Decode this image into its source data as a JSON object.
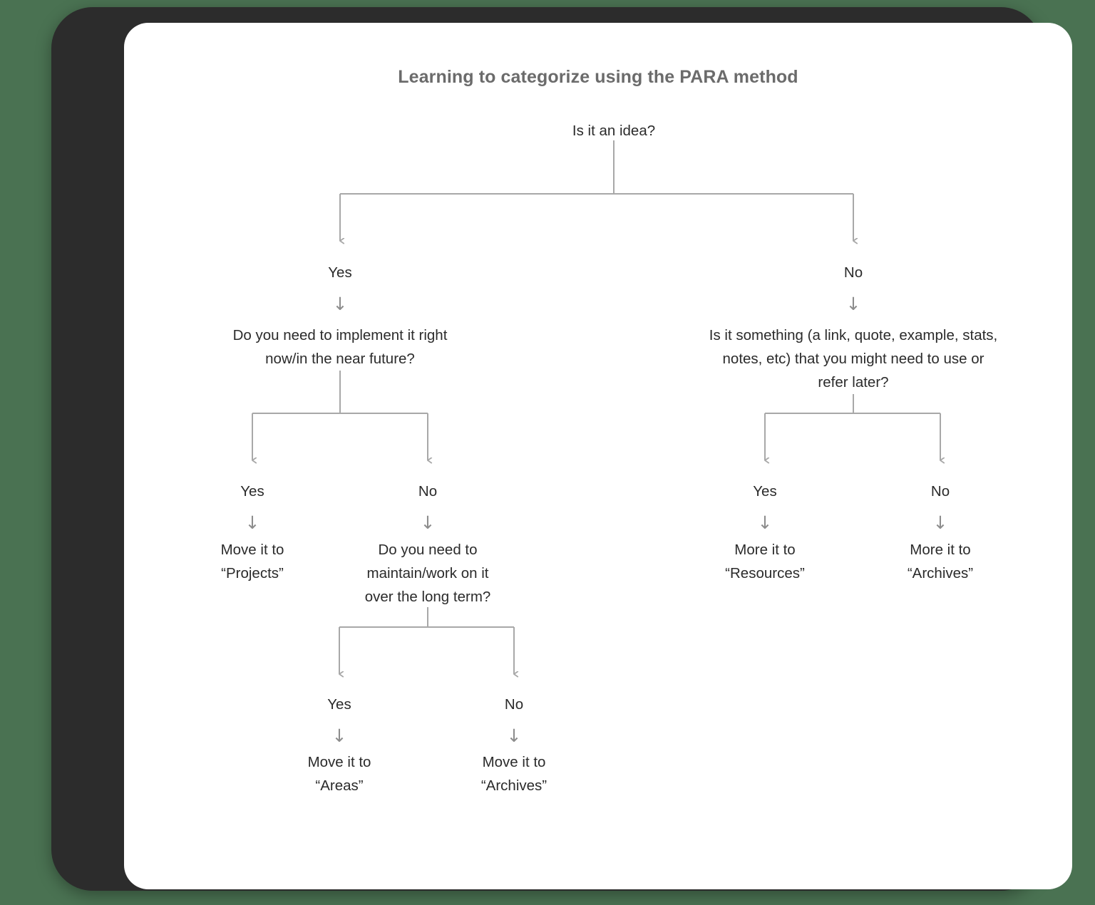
{
  "frame": {
    "background_color": "#4a7252",
    "bezel_color": "#2c2c2c",
    "screen_color": "#ffffff"
  },
  "diagram": {
    "title": "Learning to categorize using the PARA method",
    "type": "decision-tree-flowchart",
    "line_color": "#a8a8a8",
    "text_color": "#2b2b2b",
    "title_color": "#6b6b6b",
    "arrow_glyph": "↓",
    "nodes": {
      "root": "Is it an idea?",
      "left_question": "Do you need to implement it right\nnow/in the near future?",
      "right_question": "Is it something (a link, quote, example, stats,\nnotes, etc) that you might need to use or\nrefer later?",
      "left_yes_leaf": "Move it to\n“Projects”",
      "left_no_question": "Do you need to\nmaintain/work on it\nover the long term?",
      "right_yes_leaf": "More it to\n“Resources”",
      "right_no_leaf": "More it to\n“Archives”",
      "deep_yes_leaf": "Move it to\n“Areas”",
      "deep_no_leaf": "Move it to\n“Archives”"
    },
    "labels": {
      "root_yes": "Yes",
      "root_no": "No",
      "left_yes": "Yes",
      "left_no": "No",
      "right_yes": "Yes",
      "right_no": "No",
      "deep_yes": "Yes",
      "deep_no": "No"
    }
  }
}
